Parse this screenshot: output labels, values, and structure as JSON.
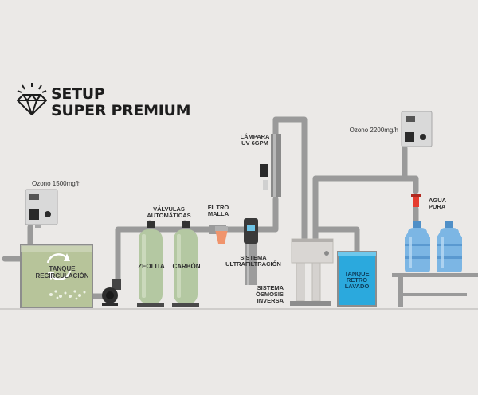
{
  "header": {
    "title_line1": "SETUP",
    "title_line2": "SUPER PREMIUM",
    "logo_icon": "diamond-icon"
  },
  "labels": {
    "ozone_left": "Ozono 1500mg/h",
    "ozone_right": "Ozono 2200mg/h",
    "valves_line1": "VÁLVULAS",
    "valves_line2": "AUTOMÁTICAS",
    "filter_line1": "FILTRO",
    "filter_line2": "MALLA",
    "uv_line1": "LÁMPARA",
    "uv_line2": "UV 6GPM",
    "uf_line1": "SISTEMA",
    "uf_line2": "ULTRAFILTRACIÓN",
    "ro_line1": "SISTEMA",
    "ro_line2": "ÓSMOSIS",
    "ro_line3": "INVERSA",
    "tank_recirc_line1": "TANQUE",
    "tank_recirc_line2": "RECIRCULACIÓN",
    "zeolite": "ZEOLITA",
    "carbon": "CARBÓN",
    "tank_back_line1": "TANQUE",
    "tank_back_line2": "RETRO",
    "tank_back_line3": "LAVADO",
    "pure_line1": "AGUA",
    "pure_line2": "PURA"
  },
  "colors": {
    "background": "#ebe9e7",
    "pipe": "#9a9a9a",
    "pipe_dark": "#7e7e7e",
    "tank_green": "#b7c49a",
    "filter_green": "#b4c8a2",
    "backwash_blue": "#2ba9dd",
    "bottle_blue": "#7cb6e4",
    "valve_red": "#e53b2e",
    "filter_orange": "#f0946c"
  }
}
